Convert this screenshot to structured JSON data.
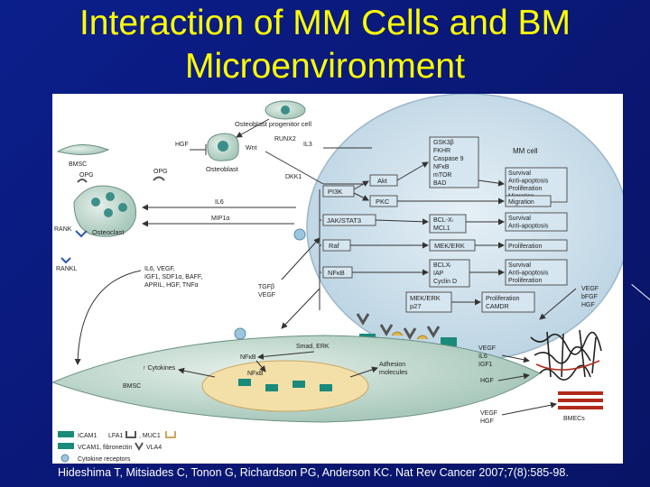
{
  "slide": {
    "title_line1": "Interaction of MM Cells and BM",
    "title_line2": "Microenvironment",
    "citation": "Hideshima T, Mitsiades C, Tonon G, Richardson PG, Anderson KC. Nat Rev Cancer 2007;7(8):585-98."
  },
  "diagram": {
    "osteoblast_progenitor": "Osteoblast progenitor cell",
    "bmsc_top": "BMSC",
    "opg_left": "OPG",
    "hgf": "HGF",
    "wnt": "Wnt",
    "runx2": "RUNX2",
    "il3": "IL3",
    "dkk1": "DKK1",
    "osteoblast": "Osteoblast",
    "opg_mid": "OPG",
    "il6": "IL6",
    "mip1a": "MIP1α",
    "rank": "RANK",
    "osteoclast": "Osteoclast",
    "rankl": "RANKL",
    "cytokines_list": [
      "IL6, VEGF,",
      "IGF1, SDF1α, BAFF,",
      "APRIL, HGF, TNFα"
    ],
    "tgf_vegf": [
      "TGFβ",
      "VEGF"
    ],
    "mm_cell": "MM cell",
    "pathways": {
      "pi3k": "PI3K",
      "akt": "Akt",
      "pkc": "PKC",
      "jak": "JAK/STAT3",
      "raf": "Raf",
      "nfkb": "NFκB",
      "mek": "MEK/ERK",
      "mek_p27": [
        "MEK/ERK",
        "p27"
      ]
    },
    "akt_targets": [
      "GSK3β",
      "FKHR",
      "Caspase 9",
      "NFκB",
      "mTOR",
      "BAD"
    ],
    "bcl_mcl": [
      "BCL-Xₗ",
      "MCL1"
    ],
    "nfkb_targets": [
      "BCLXₗ",
      "IAP",
      "Cyclin D"
    ],
    "outcomes": {
      "o1": [
        "Survival",
        "Anti-apoptosis",
        "Proliferation",
        "Migration"
      ],
      "o2": [
        "Migration"
      ],
      "o3": [
        "Survival",
        "Anti-apoptosis"
      ],
      "o4": [
        "Proliferation"
      ],
      "o5": [
        "Survival",
        "Anti-apoptosis",
        "Proliferation"
      ],
      "o6": [
        "Proliferation",
        "CAMDR"
      ]
    },
    "vegf_right": [
      "VEGF",
      "bFGF",
      "HGF"
    ],
    "vegf_mid": [
      "VEGF",
      "IL6",
      "IGF1"
    ],
    "hgf_right": "HGF",
    "vegf_hgf_bottom": [
      "VEGF",
      "HGF"
    ],
    "bmecs": "BMECs",
    "smad_erk": "Smad, ERK",
    "nfkb_bmsc": "NFκB",
    "nfkb_nucleus": "NFκB",
    "cytokines_up": "↑ Cytokines",
    "adhesion": [
      "Adhesion",
      "molecules"
    ],
    "bmsc_bottom": "BMSC",
    "legend": {
      "icam1": "ICAM1",
      "lfa1": "LFA1",
      "muc1": ", MUC1",
      "vcam1": "VCAM1, fibronectin",
      "vla4": "VLA4",
      "cytokine_receptors": "Cytokine receptors"
    }
  },
  "colors": {
    "background": "#0b1f8c",
    "title": "#ffff00",
    "cell_fill": "#cfe0ec",
    "box_fill": "#d6e6f0",
    "arrow": "#333333",
    "adhesion_teal": "#1a8a7a",
    "nucleus": "#f3dfa8",
    "bmec_red": "#b22a1a"
  }
}
